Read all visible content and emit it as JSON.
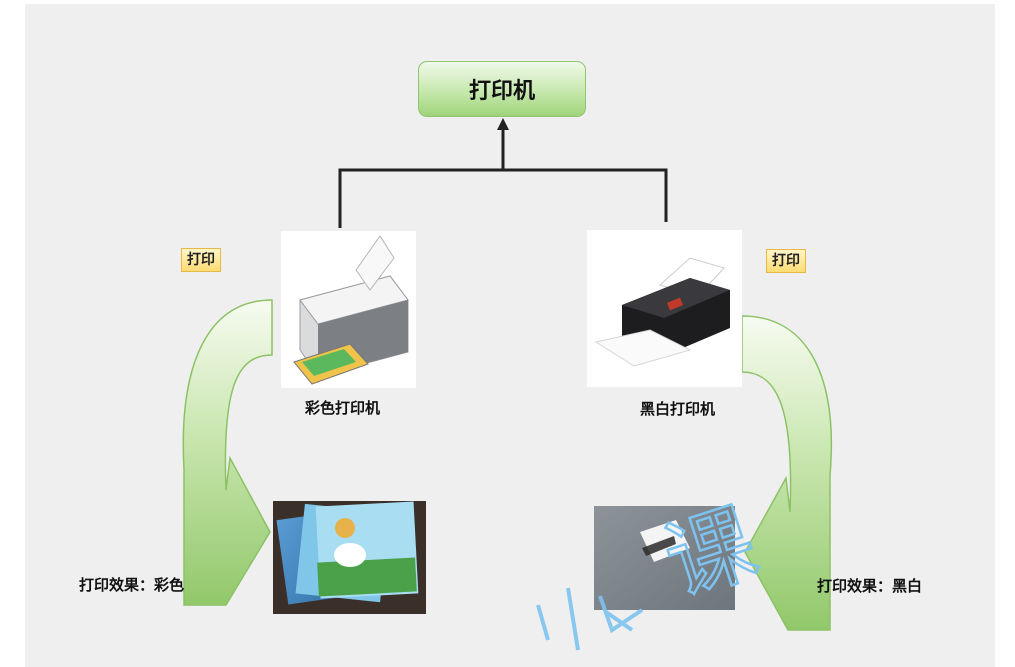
{
  "root": {
    "title": "打印机"
  },
  "left": {
    "printer_label": "彩色打印机",
    "action_tag": "打印",
    "effect_label": "打印效果：彩色"
  },
  "right": {
    "printer_label": "黑白打印机",
    "action_tag": "打印",
    "effect_label": "打印效果：黑白"
  },
  "watermark": {
    "text": "课"
  },
  "colors": {
    "node_green": "#9fd47a",
    "arrow_green": "#92c86b",
    "tag_yellow": "#ffdc73",
    "background": "#efefef"
  }
}
